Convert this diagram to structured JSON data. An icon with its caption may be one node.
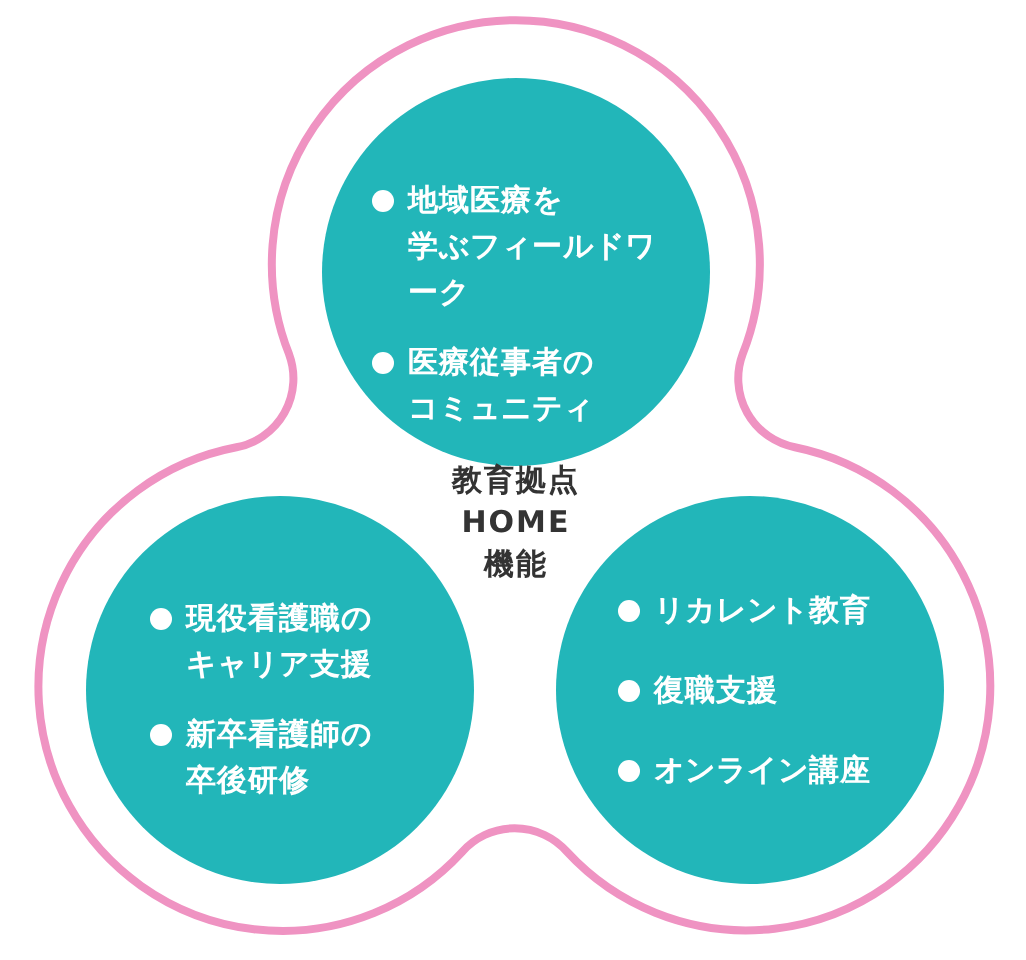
{
  "diagram": {
    "nodes": [
      {
        "text": [
          "教育拠点 HOME 機能"
        ]
      },
      {
        "text": [
          "地域医療を学ぶフィールドワーク",
          "医療従事者のコミュニティ"
        ],
        "in": 0
      },
      {
        "text": [
          "現役看護職のキャリア支援",
          "新卒看護師の卒後研修"
        ],
        "in": 0
      },
      {
        "text": [
          "リカレント教育",
          "復職支援",
          "オンライン講座"
        ],
        "in": 0
      }
    ]
  }
}
